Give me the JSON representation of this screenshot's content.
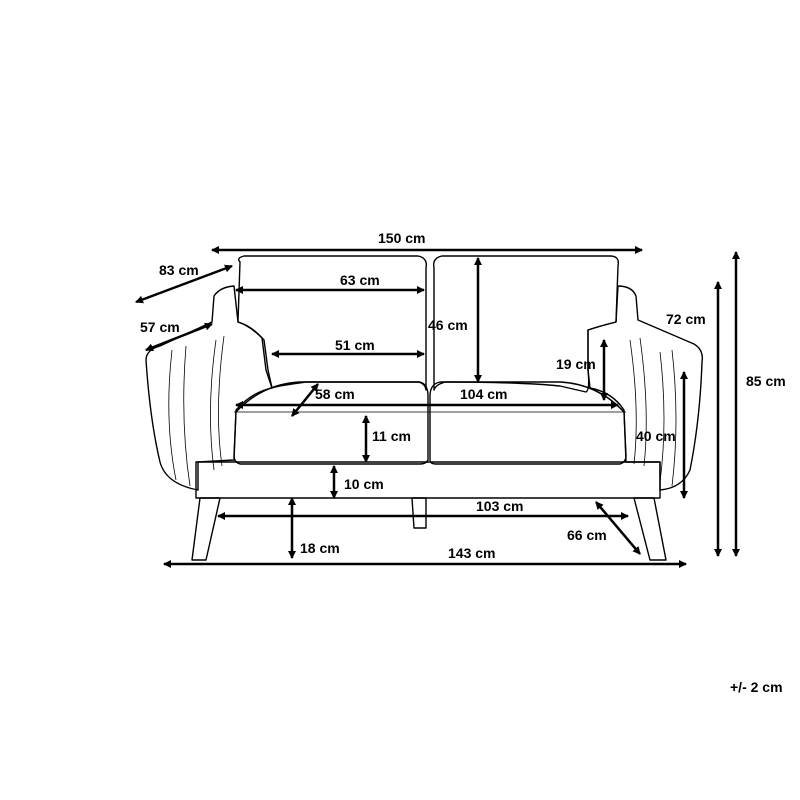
{
  "labels": {
    "total_width": "150 cm",
    "depth": "83 cm",
    "seat_depth": "57 cm",
    "backrest_width": "63 cm",
    "inner_back_width": "51 cm",
    "back_height": "46 cm",
    "arm_height_top": "72 cm",
    "total_height": "85 cm",
    "armrest_height": "19 cm",
    "cushion_depth": "58 cm",
    "seat_width": "104 cm",
    "cushion_thickness": "11 cm",
    "seat_height": "40 cm",
    "frame_height": "10 cm",
    "leg_spacing": "103 cm",
    "leg_height": "18 cm",
    "leg_span": "66 cm",
    "base_width": "143 cm"
  },
  "tolerance": "+/- 2 cm",
  "colors": {
    "line": "#000000",
    "background": "#ffffff"
  }
}
